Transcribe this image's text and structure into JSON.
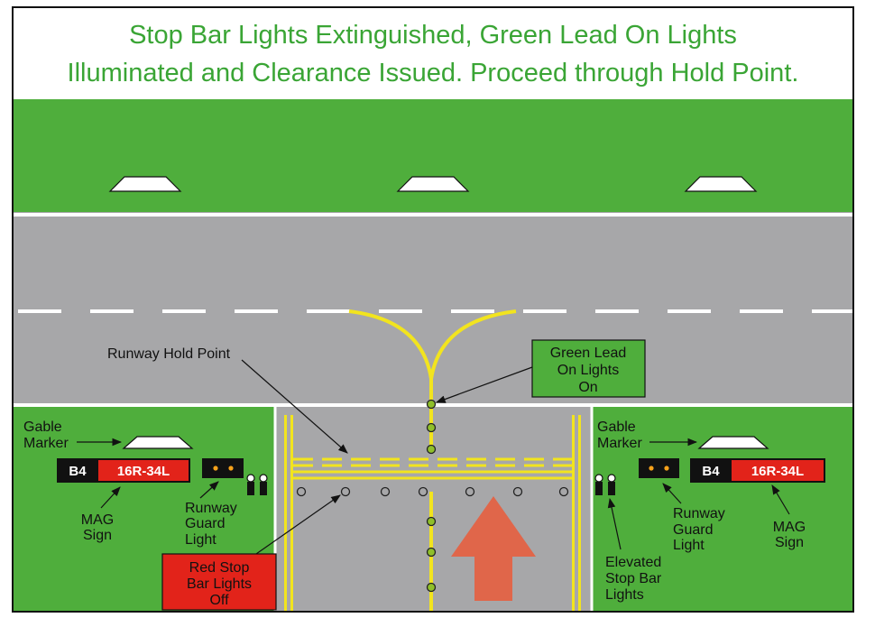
{
  "title": {
    "line1": "Stop Bar Lights Extinguished, Green Lead On Lights",
    "line2": "Illuminated and Clearance Issued. Proceed through Hold Point."
  },
  "labels": {
    "runway_hold_point": "Runway Hold Point",
    "green_lead": [
      "Green Lead",
      "On Lights",
      "On"
    ],
    "gable_left": [
      "Gable",
      "Marker"
    ],
    "gable_right": [
      "Gable",
      "Marker"
    ],
    "mag_left": [
      "MAG",
      "Sign"
    ],
    "mag_right": [
      "MAG",
      "Sign"
    ],
    "guard_left": [
      "Runway",
      "Guard",
      "Light"
    ],
    "guard_right": [
      "Runway",
      "Guard",
      "Light"
    ],
    "red_stop": [
      "Red Stop",
      "Bar Lights",
      "Off"
    ],
    "elevated": [
      "Elevated",
      "Stop Bar",
      "Lights"
    ]
  },
  "signs": {
    "left": {
      "taxiway": "B4",
      "runway": "16R-34L"
    },
    "right": {
      "taxiway": "B4",
      "runway": "16R-34L"
    }
  },
  "colors": {
    "title_text": "#3aa535",
    "grass": "#4fae3c",
    "pavement": "#a7a7a9",
    "marking": "#f2e41e",
    "sign_red": "#e2231a",
    "arrow": "#e0664a",
    "green_lead_light": "#8fbf2a"
  }
}
